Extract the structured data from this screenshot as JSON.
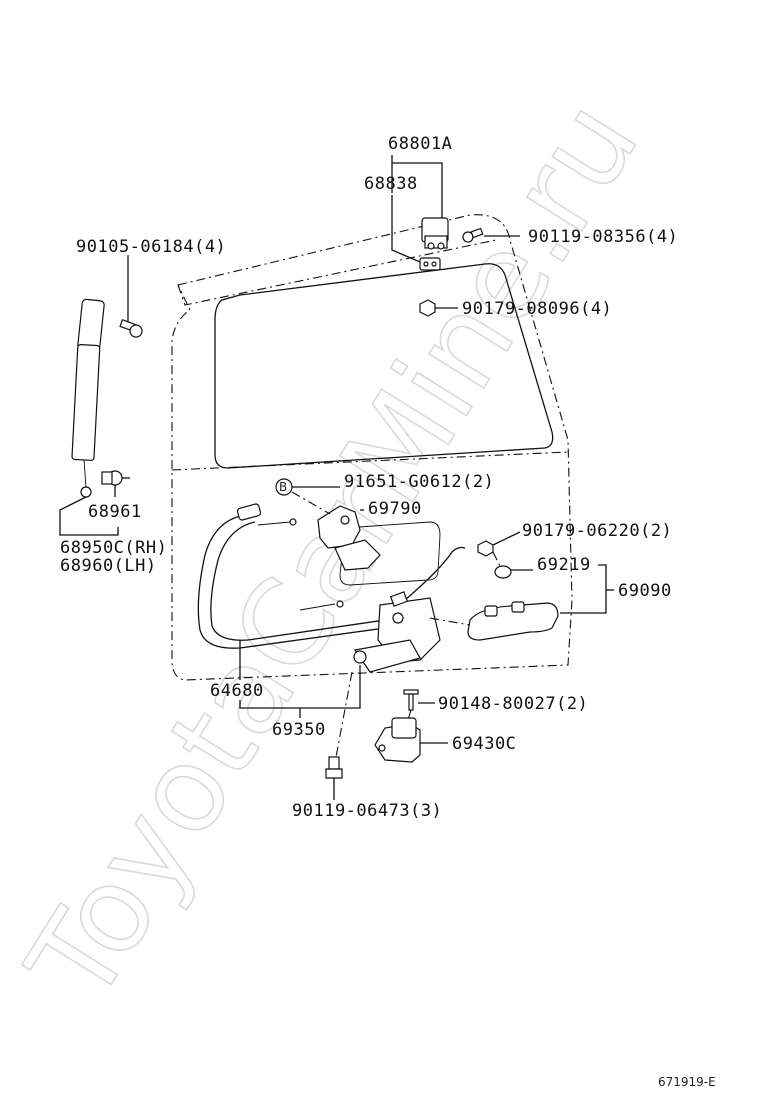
{
  "watermark": "ToyotaCarMine.ru",
  "diagram_id": "671919-E",
  "part_labels": {
    "p68801A": "68801A",
    "p68838": "68838",
    "p90119_08356": "90119-08356(4)",
    "p90105_06184": "90105-06184(4)",
    "p90179_08096": "90179-08096(4)",
    "p91651_G0612": "91651-G0612(2)",
    "p69790": "69790",
    "p68961": "68961",
    "p68950C": "68950C(RH)",
    "p68960": "68960(LH)",
    "p90179_06220": "90179-06220(2)",
    "p69219": "69219",
    "p69090": "69090",
    "p64680": "64680",
    "p69350": "69350",
    "p90148_80027": "90148-80027(2)",
    "p69430C": "69430C",
    "p90119_06473": "90119-06473(3)"
  },
  "callout_marker": "B",
  "colors": {
    "ink": "#111111",
    "watermark": "#d9d9d9",
    "background": "#ffffff"
  }
}
